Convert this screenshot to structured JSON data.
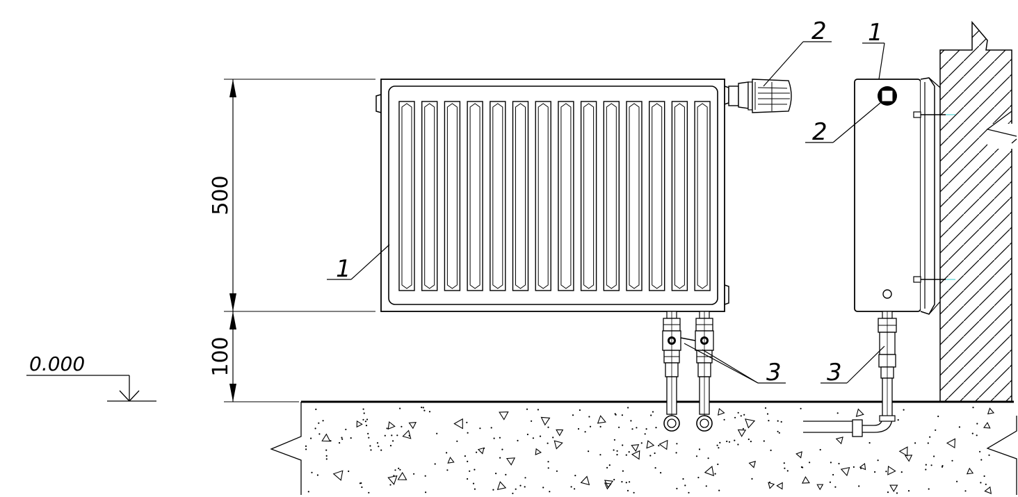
{
  "dimensions": {
    "height_radiator": "500",
    "height_floor_gap": "100"
  },
  "level_mark": "0.000",
  "callouts": {
    "radiator_front": "1",
    "thermostat_front": "2",
    "valves_front": "3",
    "radiator_side": "1",
    "thermostat_side": "2",
    "valve_side": "3"
  },
  "panel_fin_count": 14
}
